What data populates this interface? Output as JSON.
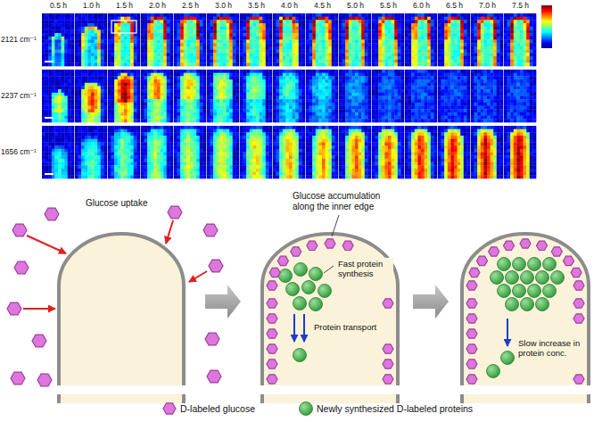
{
  "diagram": {
    "labels": [
      "0.5 h",
      "1.0 h",
      "1.5 h",
      "2.0 h",
      "2.5 h",
      "3.0 h",
      "3.5 h",
      "4.0 h",
      "4.5 h",
      "5.0 h",
      "5.5 h",
      "6.0 h",
      "6.5 h",
      "7.0 h",
      "7.5 h",
      "2121 cm⁻¹",
      "2237 cm⁻¹",
      "1656 cm⁻¹",
      "Glucose uptake",
      "Glucose accumulation along the inner edge",
      "Fast protein synthesis",
      "Protein transport",
      "Slow increase in protein conc."
    ],
    "legend": [
      {
        "text": "D-labeled glucose"
      },
      {
        "text": "Newly synthesized D-labeled proteins"
      }
    ]
  }
}
